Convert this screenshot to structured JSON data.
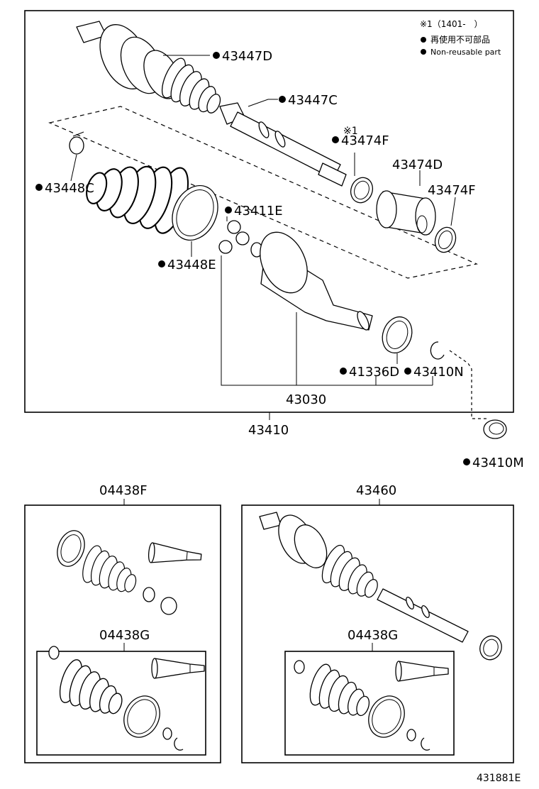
{
  "legend": {
    "note_line": "※1（1401-　）",
    "items": [
      {
        "text": "再使用不可部品"
      },
      {
        "text": "Non-reusable part"
      }
    ]
  },
  "labels": {
    "p43447D": "43447D",
    "p43447C": "43447C",
    "p43474F_a": "43474F",
    "p43474F_a_note": "※1",
    "p43474D": "43474D",
    "p43474F_b": "43474F",
    "p43448C": "43448C",
    "p43411E": "43411E",
    "p43448E": "43448E",
    "p41336D": "41336D",
    "p43410N": "43410N",
    "p43030": "43030",
    "p43410": "43410",
    "p43410M": "43410M",
    "p04438F": "04438F",
    "p04438G_left": "04438G",
    "p43460": "43460",
    "p04438G_right": "04438G"
  },
  "figure_id": "431881E"
}
